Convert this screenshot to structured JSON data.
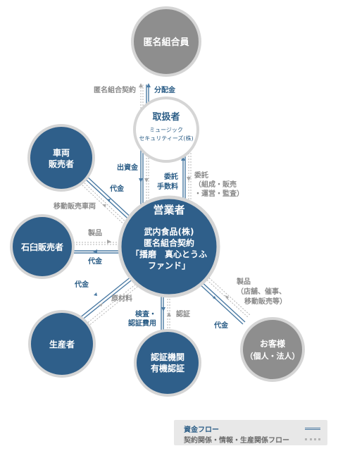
{
  "nodes": {
    "investor": "匿名組合員",
    "handler_title": "取扱者",
    "handler_line1": "ミュージック",
    "handler_line2": "セキュリティーズ(株)",
    "vehicle_line1": "車両",
    "vehicle_line2": "販売者",
    "mortar": "石臼販売者",
    "producer": "生産者",
    "cert_line1": "認証機関",
    "cert_line2": "有機認証",
    "customer_line1": "お客様",
    "customer_line2": "（個人・法人）",
    "operator_title": "営業者",
    "operator_line1": "武内食品(株)",
    "operator_line2": "匿名組合契約",
    "operator_line3": "「播磨　真心とうふ",
    "operator_line4": "ファンド」"
  },
  "labels": {
    "contract": "匿名組合契約",
    "dividend": "分配金",
    "investment": "出資金",
    "commission1": "委託",
    "commission2": "手数料",
    "entrust_1": "委託",
    "entrust_2": "（組成・販売",
    "entrust_3": "・運営・監査）",
    "vehicle_payment": "代金",
    "mobile_vehicle": "移動販売車両",
    "mortar_product": "製品",
    "mortar_payment": "代金",
    "producer_payment": "代金",
    "raw_material": "原材料",
    "inspection1": "検査・",
    "inspection2": "認証費用",
    "certification": "認証",
    "customer_product1": "製品",
    "customer_product2": "（店舗、催事、",
    "customer_product3": "移動販売等）",
    "customer_payment": "代金"
  },
  "legend": {
    "funds": "資金フロー",
    "contract": "契約関係・情報・生産関係フロー"
  },
  "colors": {
    "blue_node": "#2f5f8a",
    "gray_node": "#8e8e8e",
    "light_node": "#ffffff",
    "ring": "#d5d5d5",
    "blue_text": "#2b5d86",
    "gray_text": "#8a8a8a"
  }
}
